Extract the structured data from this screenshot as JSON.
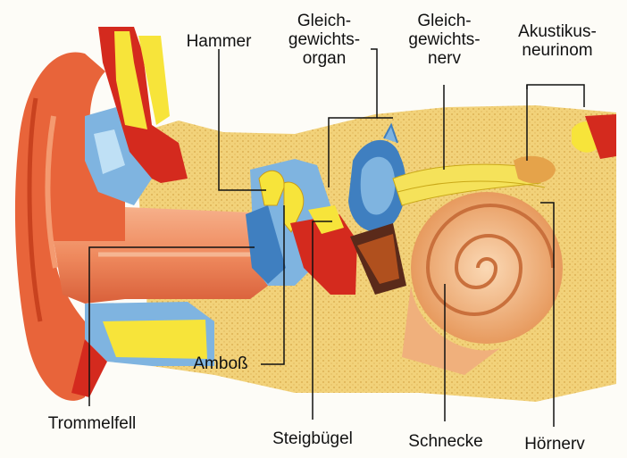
{
  "labels": {
    "hammer": "Hammer",
    "gleichgewichtsorgan": "Gleich-\ngewichts-\norgan",
    "gleichgewichtsnerv": "Gleich-\ngewichts-\nnerv",
    "akustikusneurinom": "Akustikus-\nneurinom",
    "amboss": "Amboß",
    "trommelfell": "Trommelfell",
    "steigbuegel": "Steigbügel",
    "schnecke": "Schnecke",
    "hoernerv": "Hörnerv"
  },
  "colors": {
    "bone": "#f2d27a",
    "skin": "#e8643a",
    "canal": "#f08a5a",
    "blue": "#7fb4e0",
    "yellow": "#f7e43a",
    "red": "#d42a1e",
    "nerve": "#f5e25a",
    "cochlea": "#f0b07c"
  }
}
